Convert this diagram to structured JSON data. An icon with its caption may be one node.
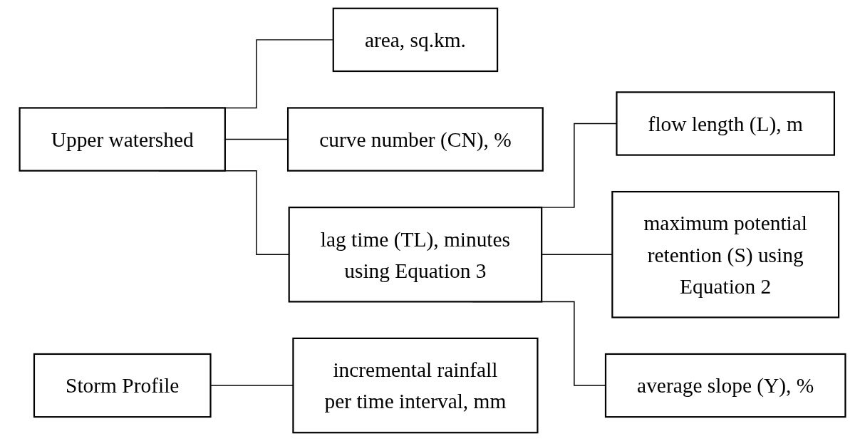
{
  "diagram": {
    "nodes": [
      {
        "text": [
          "Upper watershed"
        ]
      },
      {
        "text": [
          "area, sq.km."
        ]
      },
      {
        "text": [
          "curve number (CN), %"
        ]
      },
      {
        "text": [
          "lag time (TL), minutes using Equation 3"
        ]
      },
      {
        "text": [
          "flow length (L), m"
        ]
      },
      {
        "text": [
          "maximum potential retention (S) using Equation 2"
        ]
      },
      {
        "text": [
          "average slope (Y), %"
        ]
      },
      {
        "text": [
          "Storm Profile"
        ]
      },
      {
        "text": [
          "incremental rainfall per time interval, mm"
        ]
      }
    ],
    "edges": [
      {
        "from": 0,
        "to": 1,
        "arrow": "none"
      },
      {
        "from": 0,
        "to": 2,
        "arrow": "none"
      },
      {
        "from": 0,
        "to": 3,
        "arrow": "none"
      },
      {
        "from": 3,
        "to": 4,
        "arrow": "none"
      },
      {
        "from": 3,
        "to": 5,
        "arrow": "none"
      },
      {
        "from": 3,
        "to": 6,
        "arrow": "none"
      },
      {
        "from": 7,
        "to": 8,
        "arrow": "none"
      }
    ]
  }
}
